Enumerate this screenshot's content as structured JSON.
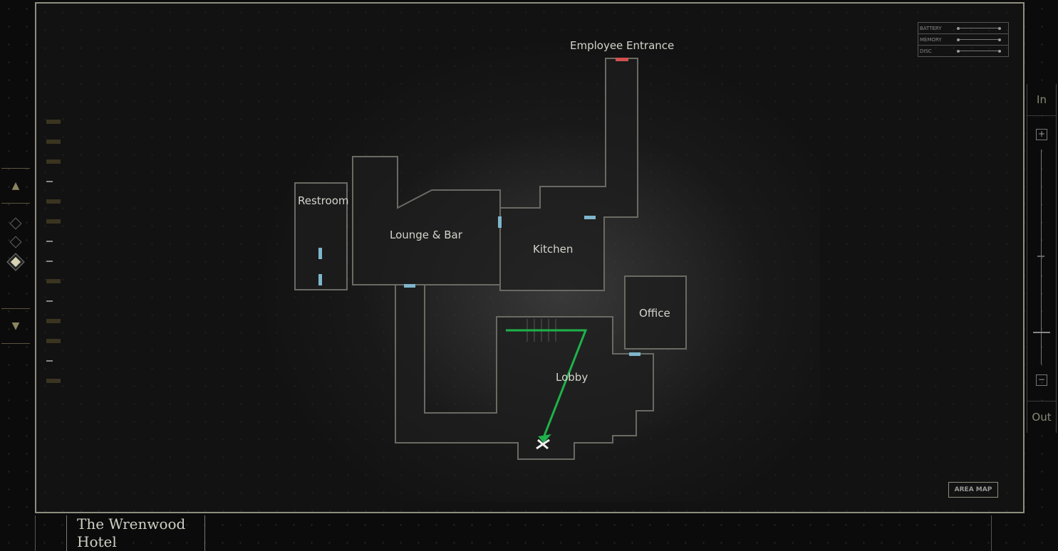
{
  "location_title": "The Wrenwood Hotel",
  "rooms": {
    "employee_entrance": "Employee Entrance",
    "restroom": "Restroom",
    "lounge": "Lounge & Bar",
    "kitchen": "Kitchen",
    "office": "Office",
    "lobby": "Lobby"
  },
  "status": [
    {
      "label": "BATTERY"
    },
    {
      "label": "MEMORY"
    },
    {
      "label": "DISC"
    }
  ],
  "zoom": {
    "in_label": "In",
    "out_label": "Out",
    "plus": "+",
    "minus": "−",
    "level": 0.3
  },
  "area_map_button": "AREA MAP",
  "floor_nav": {
    "up": "▲",
    "down": "▼",
    "selected_floor": 3
  },
  "colors": {
    "path": "#1fb24a",
    "door": "#7fb6cc",
    "entrance": "#d05050",
    "wall": "#6a6a64"
  }
}
